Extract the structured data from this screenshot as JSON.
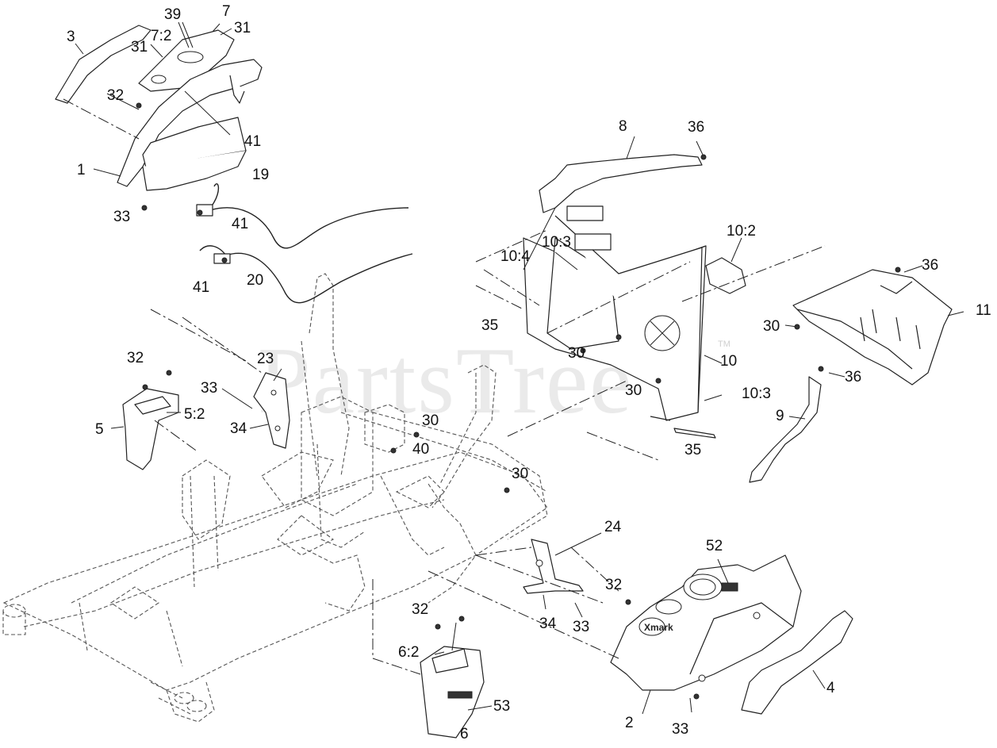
{
  "watermark": {
    "text": "PartsTree",
    "trademark": "TM"
  },
  "brand": {
    "logo_text": "Xmark"
  },
  "labels": [
    {
      "id": "lbl-3",
      "text": "3"
    },
    {
      "id": "lbl-39",
      "text": "39"
    },
    {
      "id": "lbl-7",
      "text": "7"
    },
    {
      "id": "lbl-7-2",
      "text": "7:2"
    },
    {
      "id": "lbl-31a",
      "text": "31"
    },
    {
      "id": "lbl-31b",
      "text": "31"
    },
    {
      "id": "lbl-32a",
      "text": "32"
    },
    {
      "id": "lbl-41a",
      "text": "41"
    },
    {
      "id": "lbl-1",
      "text": "1"
    },
    {
      "id": "lbl-19",
      "text": "19"
    },
    {
      "id": "lbl-33a",
      "text": "33"
    },
    {
      "id": "lbl-41b",
      "text": "41"
    },
    {
      "id": "lbl-20",
      "text": "20"
    },
    {
      "id": "lbl-41c",
      "text": "41"
    },
    {
      "id": "lbl-8",
      "text": "8"
    },
    {
      "id": "lbl-36a",
      "text": "36"
    },
    {
      "id": "lbl-10-3a",
      "text": "10:3"
    },
    {
      "id": "lbl-10-4",
      "text": "10:4"
    },
    {
      "id": "lbl-10-2",
      "text": "10:2"
    },
    {
      "id": "lbl-36b",
      "text": "36"
    },
    {
      "id": "lbl-11",
      "text": "11"
    },
    {
      "id": "lbl-35a",
      "text": "35"
    },
    {
      "id": "lbl-30a",
      "text": "30"
    },
    {
      "id": "lbl-30b",
      "text": "30"
    },
    {
      "id": "lbl-30c",
      "text": "30"
    },
    {
      "id": "lbl-10",
      "text": "10"
    },
    {
      "id": "lbl-36c",
      "text": "36"
    },
    {
      "id": "lbl-10-3b",
      "text": "10:3"
    },
    {
      "id": "lbl-9",
      "text": "9"
    },
    {
      "id": "lbl-35b",
      "text": "35"
    },
    {
      "id": "lbl-32b",
      "text": "32"
    },
    {
      "id": "lbl-23",
      "text": "23"
    },
    {
      "id": "lbl-33b",
      "text": "33"
    },
    {
      "id": "lbl-5-2",
      "text": "5:2"
    },
    {
      "id": "lbl-5",
      "text": "5"
    },
    {
      "id": "lbl-34a",
      "text": "34"
    },
    {
      "id": "lbl-30d",
      "text": "30"
    },
    {
      "id": "lbl-40",
      "text": "40"
    },
    {
      "id": "lbl-30e",
      "text": "30"
    },
    {
      "id": "lbl-24",
      "text": "24"
    },
    {
      "id": "lbl-52",
      "text": "52"
    },
    {
      "id": "lbl-32c",
      "text": "32"
    },
    {
      "id": "lbl-34b",
      "text": "34"
    },
    {
      "id": "lbl-33c",
      "text": "33"
    },
    {
      "id": "lbl-32d",
      "text": "32"
    },
    {
      "id": "lbl-6-2",
      "text": "6:2"
    },
    {
      "id": "lbl-53",
      "text": "53"
    },
    {
      "id": "lbl-6",
      "text": "6"
    },
    {
      "id": "lbl-2",
      "text": "2"
    },
    {
      "id": "lbl-33d",
      "text": "33"
    },
    {
      "id": "lbl-4",
      "text": "4"
    }
  ]
}
